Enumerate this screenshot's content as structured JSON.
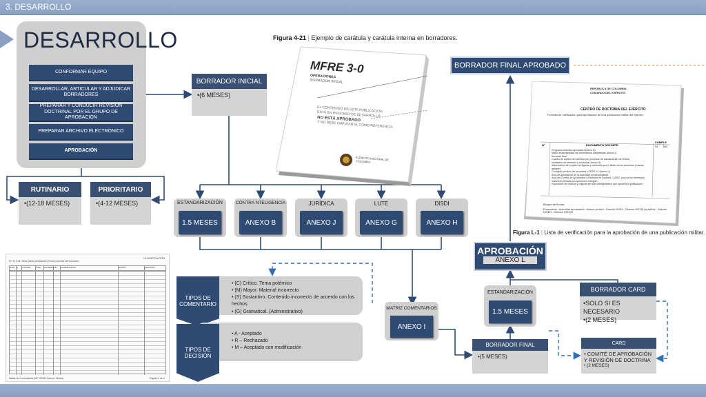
{
  "header": {
    "title": "3. DESARROLLO"
  },
  "panel": {
    "title": "DESARROLLO",
    "steps": [
      "CONFORMAR EQUIPO",
      "DESARROLLAR, ARTICULAR Y ADJUDICAR BORRADORES",
      "PREPARAR Y CONDUCIR REVISION DOCTRINAL POR EL GRUPO DE APROBACIÓN",
      "PREPARAR ARCHIVO ELECTRÓNICO",
      "APROBACIÓN"
    ]
  },
  "rutinario": {
    "title": "RUTINARIO",
    "body": "•(12-18 MESES)"
  },
  "prioritario": {
    "title": "PRIORITARIO",
    "body": "•(4-12 MESES)"
  },
  "borrador_inicial": {
    "title": "BORRADOR INICIAL",
    "body": "•(6 MESES)"
  },
  "figure_top": {
    "number": "Figura 4-21",
    "caption": "Ejemplo de carátula y carátula interna en borradores."
  },
  "book": {
    "title": "MFRE 3-0",
    "subtitle": "OPERACIONES",
    "tag": "BORRADOR INICIAL",
    "note_1": "EL CONTENIDO DE ESTA PUBLICACIÓN",
    "note_2": "ESTÁ EN PROCESO DE DESARROLLO",
    "note_3": "NO ESTÁ APROBADO",
    "note_4": "Y NO DEBE EMPLEARSE COMO REFERENCIA",
    "org": "EJÉRCITO NACIONAL DE COLOMBIA"
  },
  "annexes": [
    {
      "label": "ESTANDARIZACIÓN",
      "button": "1.5 MESES"
    },
    {
      "label": "CONTRA NTELIGENCIA",
      "button": "ANEXO B"
    },
    {
      "label": "JURÍDICA",
      "button": "ANEXO J"
    },
    {
      "label": "LUTE",
      "button": "ANEXO G"
    },
    {
      "label": "DISDI",
      "button": "ANEXO H"
    }
  ],
  "borrador_final_aprobado": {
    "title": "BORRADOR FINAL APROBADO"
  },
  "paper": {
    "header_1": "REPÚBLICA DE COLOMBIA",
    "header_2": "COMANDO DEL EJÉRCITO",
    "title": "CENTRO DE DOCTRINA DEL EJÉRCITO",
    "subtitle": "Formato de verificación para aprobación de una publicación militar del Ejército",
    "col_n": "N°",
    "col_doc": "DOCUMENTO SOPORTE",
    "col_cumple": "CUMPLE",
    "col_si": "SI",
    "col_no": "NO",
    "rows": [
      "Programa directiva aprobado (Anexo D)",
      "Matriz estandarizada de comentarios integrandas (Anexo I)",
      "Borrador final",
      "Cuadro de control de cambios (en procesos de actualización de textos)",
      "Validación de términos y símbolos (Anexo H)",
      "Autorización de empleo de figuras y contenido por el titular de los derechos (cuando aplique)",
      "Concepto jurídico (de la unidad y CEDE-11 (Anexo J)",
      "Acta de aprobación de la autoridad correspondiente",
      "Acta del Comité de Aprobación y Revisión de Doctrina -CARD- (solo si fue necesario realizarlo) firmada por quienes lo integran",
      "Exposición de motivos y original del acto administrativo que aprueba la publicación"
    ],
    "footer_1": "Bloque de firmas:",
    "footer_2": "Proponente - Autoridad aprobadora - Asesor jurídico - Director DISDI - Director DIPOE (si aplica) - Director DIGED - Director CEDOE"
  },
  "figure_bottom": {
    "number": "Figura L-1",
    "caption": "Lista de verificación para la aprobación de una publicación militar."
  },
  "aprobacion": {
    "title": "APROBACIÓN",
    "sub": "ANEXO L"
  },
  "estandarizacion_right": {
    "label": "ESTANDARIZACIÓN",
    "button": "1.5 MESES"
  },
  "borrador_card": {
    "title": "BORRADOR CARD",
    "items": [
      "•SOLO SI ES NECESARIO",
      "•(2 MESES)"
    ]
  },
  "borrador_final": {
    "title": "BORRADOR FINAL",
    "body": "•(5 MESES)"
  },
  "card": {
    "title": "CARD",
    "items": [
      "• COMITÉ DE APROBACIÓN Y REVISIÓN DE DOCTRINA",
      "• (2 MESES)"
    ]
  },
  "matriz": {
    "label": "MATRIZ COMENTARIOS",
    "button": "ANEXO I"
  },
  "tipos_comentario": {
    "label": "TIPOS DE COMENTARIO",
    "items": [
      "• (C) Crítico. Tema polémico",
      "• (M) Mayor. Material incorrecto",
      "• (S) Sustantivo. Contenido incorrecto de acuerdo con los hechos.",
      "• (G) Gramatical. (Administrativo)"
    ]
  },
  "tipos_decision": {
    "label": "TIPOS DE DECISIÓN",
    "items": [
      "• A - Aceptado",
      "• R – Rechazado",
      "• M – Aceptado con modificación"
    ]
  },
  "form": {
    "top_right": "CLASIFICACIÓN",
    "top_line": "N.º N. D.B. Tema (título publicación) Fecha (nombre del borrador)",
    "headers": [
      "ITEM",
      "N",
      "CONTEN",
      "PÁGI",
      "NUMERAL",
      "LÍN",
      "COMENTARIOS",
      "RAZÓN",
      "DECISIÓN"
    ],
    "footer_left": "Matriz de Comentarios (MF N.006 / Anexo I Medio)",
    "footer_right": "Página X de X"
  },
  "colors": {
    "navy": "#2f4b74",
    "panel": "#cfcfcf",
    "bar": "#8aa0c2",
    "line": "#2f4b74",
    "dash": "#2f6fb5",
    "orange": "#e3843c"
  }
}
